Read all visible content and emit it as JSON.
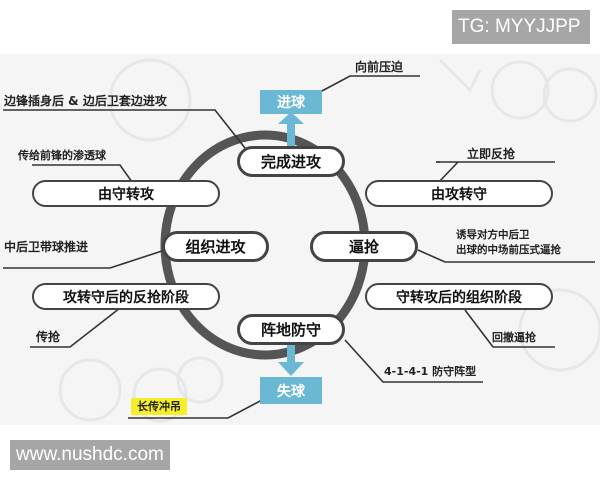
{
  "watermarks": {
    "top": "TG: MYYJJPP",
    "bottom": "www.nushdc.com"
  },
  "colors": {
    "panel_bg": "#f4f5f4",
    "ring": "#555555",
    "goal_box": "#6bb8d4",
    "highlight": "#f6ee2a",
    "watermark_bg": "#a6a6a6"
  },
  "diagram": {
    "cycle_phases": {
      "complete_attack": "完成进攻",
      "build_up": "组织进攻",
      "press": "逼抢",
      "positional_defense": "阵地防守"
    },
    "transitions": {
      "defense_to_attack": "由守转攻",
      "attack_to_defense": "由攻转守",
      "counter_press_phase": "攻转守后的反抢阶段",
      "organize_phase": "守转攻后的组织阶段"
    },
    "outcomes": {
      "goal_scored": "进球",
      "goal_conceded": "失球"
    },
    "annotations": {
      "forward_press": "向前压迫",
      "winger_cut_fullback_overlap": "边锋插身后 & 边后卫套边进攻",
      "through_ball": "传给前锋的渗透球",
      "immediate_counterpress": "立即反抢",
      "cb_carry": "中后卫带球推进",
      "induce_press_line1": "诱导对方中后卫",
      "induce_press_line2": "出球的中场前压式逼抢",
      "pass_press": "传抢",
      "retreat_press": "回撤逼抢",
      "formation": "4-1-4-1 防守阵型",
      "long_ball": "长传冲吊"
    }
  }
}
